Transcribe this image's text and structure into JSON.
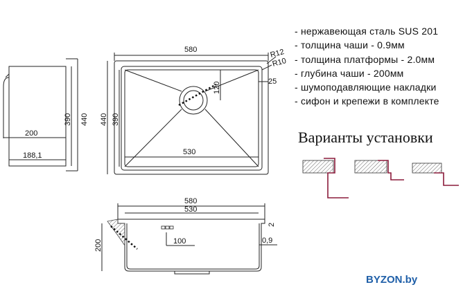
{
  "specs": [
    "- нержавеющая сталь SUS 201",
    "- толщина чаши - 0.9мм",
    "- толщина платформы - 2.0мм",
    "- глубина чаши - 200мм",
    "- шумоподавляющие накладки",
    "- сифон и крепежи в комплекте"
  ],
  "install_title": "Варианты установки",
  "brand": "BYZON.by",
  "colors": {
    "line": "#222222",
    "install_line": "#8a1a3a",
    "brand": "#1f5fa8",
    "hatch": "#6a6a6a"
  },
  "side_view": {
    "w200": "200",
    "h390": "390",
    "h440": "440",
    "w188": "188,1"
  },
  "top_view": {
    "w580": "580",
    "r12": "R12",
    "r10": "R10",
    "d25": "25",
    "d120": "120",
    "h440": "440",
    "h390": "390",
    "w530": "530"
  },
  "front_view": {
    "w580": "580",
    "w530": "530",
    "t2": "2",
    "d200": "200",
    "d100": "100",
    "t09": "0,9"
  }
}
